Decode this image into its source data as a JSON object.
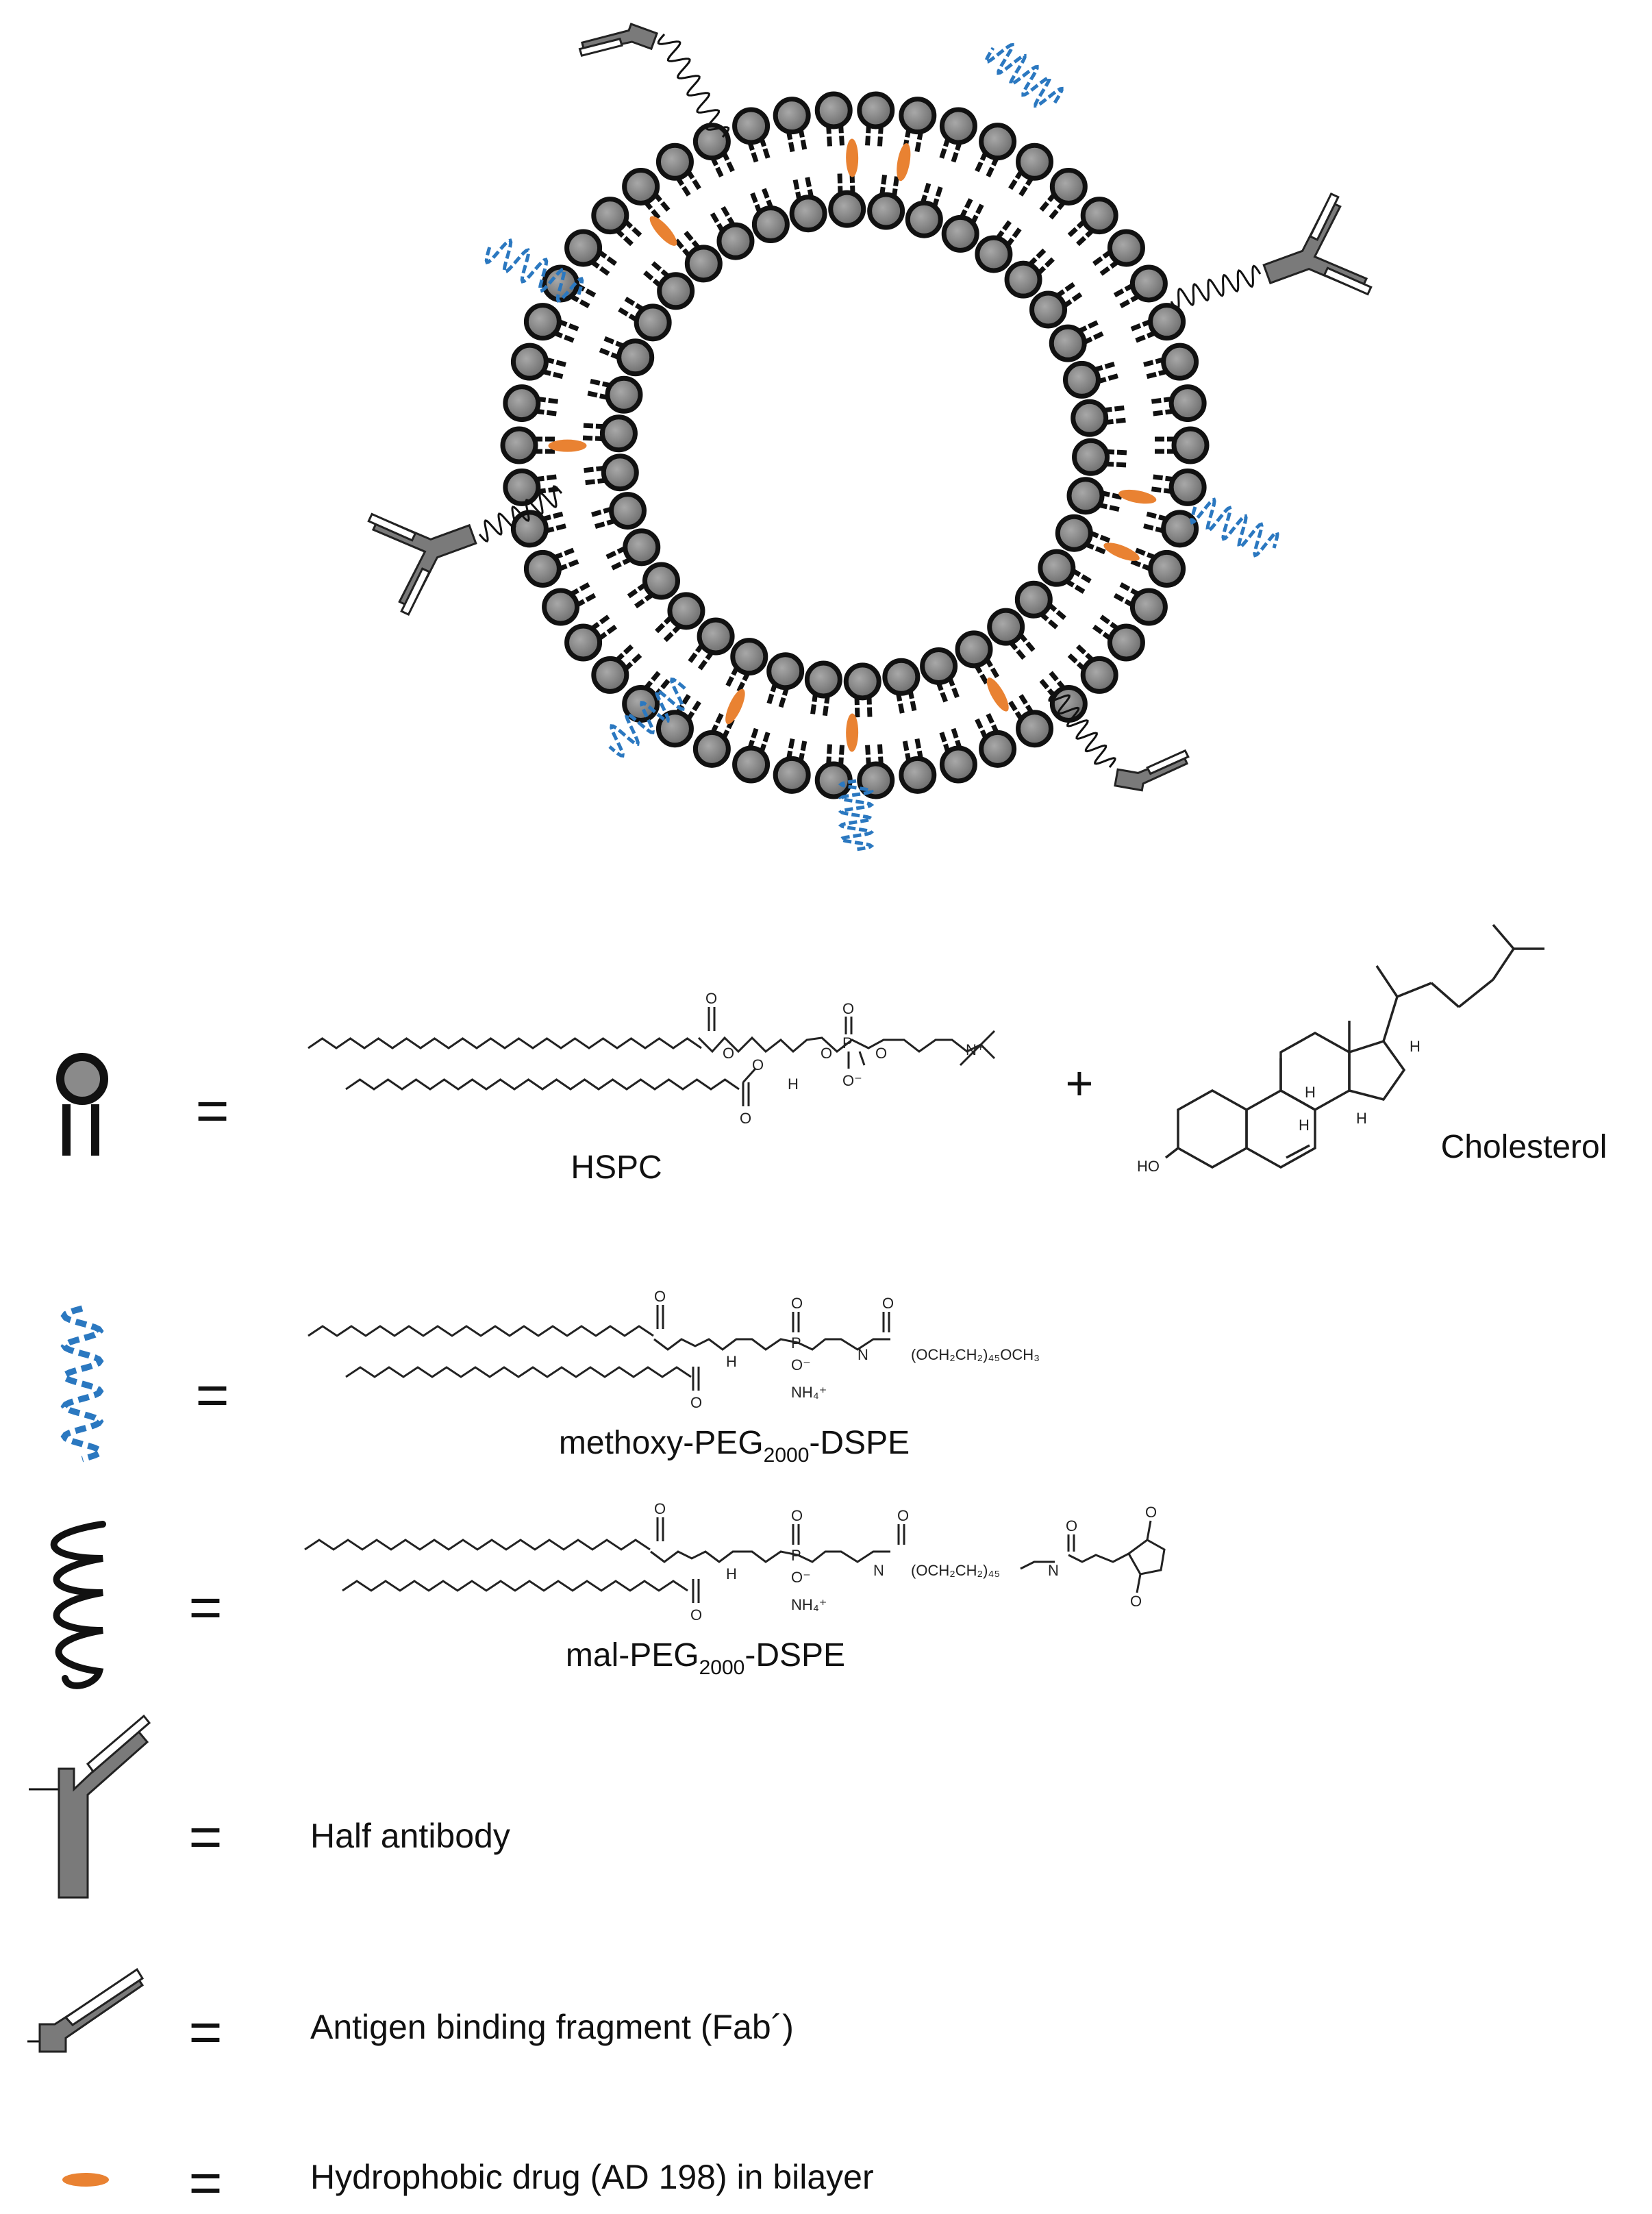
{
  "legend": {
    "hspc_label": "HSPC",
    "cholesterol_label": "Cholesterol",
    "plus": "+",
    "mpeg_label": "methoxy-PEG",
    "mpeg_sub": "2000",
    "mpeg_suffix": "-DSPE",
    "mal_label": "mal-PEG",
    "mal_sub": "2000",
    "mal_suffix": "-DSPE",
    "half_antibody": "Half antibody",
    "fab": "Antigen binding fragment (Fab´)",
    "drug": "Hydrophobic drug (AD 198) in bilayer",
    "equals": "="
  },
  "chem_text": {
    "o": "O",
    "h": "H",
    "p": "P",
    "n": "N",
    "o_minus": "O⁻",
    "n_plus": "N⁺",
    "nh4": "NH₄⁺",
    "ho": "HO",
    "mpeg_chain": "(OCH₂CH₂)₄₅OCH₃",
    "mal_chain": "(OCH₂CH₂)₄₅",
    "nh": "H"
  },
  "colors": {
    "lipid_head": "#8a8a8a",
    "lipid_outline": "#111111",
    "peg_blue": "#2b78c0",
    "drug_orange": "#e98232",
    "antibody_gray": "#7a7a7a"
  }
}
